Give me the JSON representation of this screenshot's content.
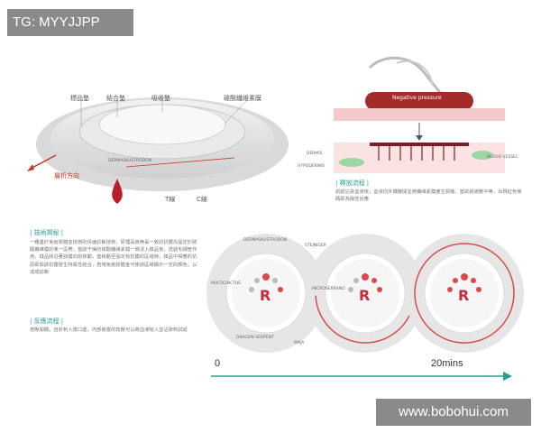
{
  "tags": {
    "top_text": "TG: MYYJJPP",
    "bottom_text": "www.bobohui.com"
  },
  "patch_diagram": {
    "labels": [
      "標品墊",
      "結合墊",
      "吸收墊",
      "硫酸纖維素膜"
    ],
    "direction_label": "層析方向",
    "ring_text": "DERMASKUSTRODON",
    "t_label": "T線",
    "c_label": "C線"
  },
  "skin_diagram": {
    "negative_label": "Negative pressure",
    "dermis_label": "DERMIS",
    "hypodermis_label": "HYPODERMIS",
    "vessel_label": "BLOOD VESSEL",
    "section_title": "| 釋放流程 |",
    "section_text": "試紙沾染血液後，血液向外擴散開並使纖維素膜產生裂痕，當試紙被壓平等，出現紅色條碼即為陽性反應"
  },
  "tech_section": {
    "title": "| 技術揭秘 |",
    "paragraph": "一種基於免疫膠體金技術的快速診斷技術，原理是將無毒一致的抗體先固定於硫酸纖維膜的某一區帶，當該干燥的硫酸纖維素膜一端浸入樣品後，透過毛細管作用，樣品將沿著該膜向前移動，當移動至固定有抗體的區域時，樣品中相應的抗原即與該抗體發生特異性結合，若用免疫膠體金可使該區域顯示一定的顏色，以達成診斷"
  },
  "reaction_section": {
    "title": "| 反應流程 |",
    "paragraph": "按壓開關，自針刺入傷口處，內部裝置的負壓可以將血液吸入並沾染到試紙"
  },
  "devices": {
    "logo_letter": "R",
    "ring_labels": [
      "DERMASKUSTRODON",
      "STEJNIGER",
      "MICROSERRANO",
      "MAJA",
      "DRAGON SERPENT",
      "MULTICINCTUS"
    ],
    "stage_count": 3
  },
  "timeline": {
    "start_label": "0",
    "end_label": "20mins"
  },
  "colors": {
    "accent_teal": "#2a9d8f",
    "blood_red": "#c0392b",
    "ring_red": "#d94a4a"
  }
}
